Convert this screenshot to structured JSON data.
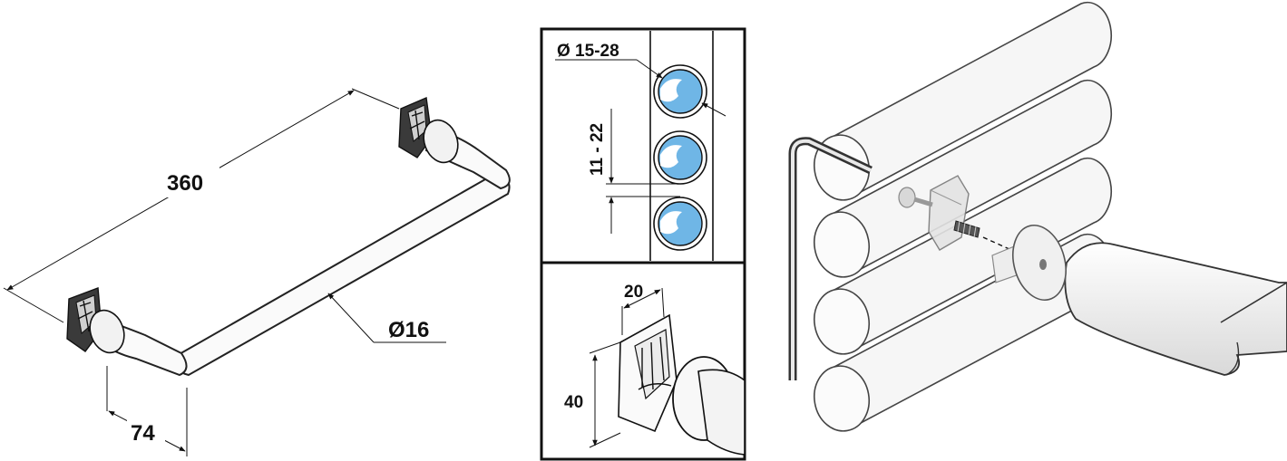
{
  "overview": {
    "length": "360",
    "diameter": "Ø16",
    "projection": "74"
  },
  "detail_top": {
    "tube_range": "Ø 15-28",
    "gap_range": "11 - 22"
  },
  "detail_bottom": {
    "width": "20",
    "height": "40"
  },
  "colors": {
    "line": "#111111",
    "water": "#6fb6e6",
    "frame": "#111111"
  }
}
